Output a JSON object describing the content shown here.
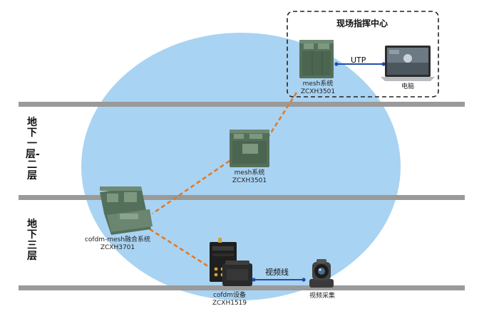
{
  "command_center": {
    "title": "现场指挥中心",
    "uplink_label": "UTP",
    "device_name": "mesh系统",
    "device_model": "ZCXH3501",
    "computer_label": "电脑"
  },
  "floors": {
    "upper": "地下一层-二层",
    "lower": "地下三层"
  },
  "relay_node": {
    "name": "mesh系统",
    "model": "ZCXH3501"
  },
  "fusion_node": {
    "name": "cofdm-mesh融合系统",
    "model": "ZCXH3701"
  },
  "cofdm_device": {
    "name": "cofdm设备",
    "model": "ZCXH1519"
  },
  "camera": {
    "label": "视频采集",
    "link_label": "视频线"
  },
  "colors": {
    "coverage": "#a9d3f2",
    "beam": "#9a9a9a",
    "wireless_link": "#e07b2a",
    "cable": "#1f4fa8",
    "equipment": "#55705a"
  },
  "icons": [
    "mesh-radio-icon",
    "fusion-radio-icon",
    "cofdm-transmitter-icon",
    "battery-icon",
    "ptz-camera-icon",
    "laptop-icon"
  ]
}
